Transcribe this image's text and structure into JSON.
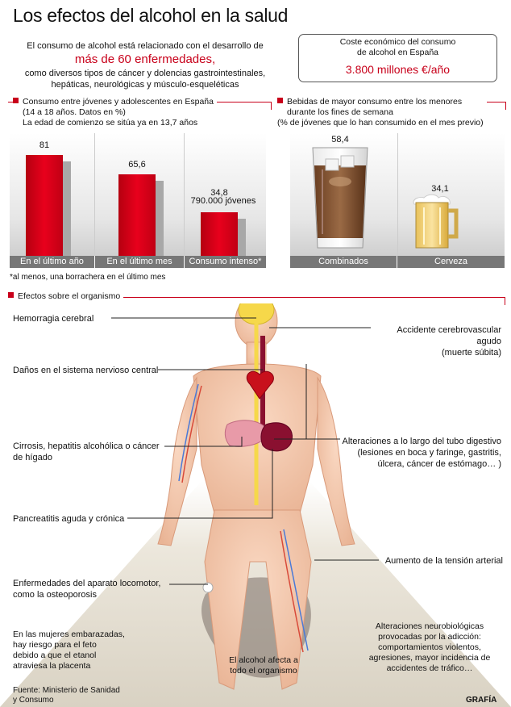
{
  "header": {
    "title": "Los efectos del alcohol en la salud",
    "intro_line1": "El consumo de alcohol está relacionado con el desarrollo de",
    "intro_highlight": "más de 60 enfermedades,",
    "intro_line2": "como diversos tipos de cáncer y dolencias gastrointestinales,",
    "intro_line3": "hepáticas, neurológicas y músculo-esqueléticas"
  },
  "cost": {
    "label_line1": "Coste económico del consumo",
    "label_line2": "de alcohol en España",
    "value": "3.800 millones €/año"
  },
  "consumption": {
    "heading_line1": "Consumo entre jóvenes y adolescentes en España",
    "heading_line2": "(14 a 18 años. Datos en %)",
    "heading_line3": "La edad de comienzo se sitúa ya en 13,7 años",
    "value_labels": [
      "81",
      "65,6",
      "34,8"
    ],
    "extra_label": "790.000 jóvenes",
    "categories": [
      "En el último año",
      "En el último mes",
      "Consumo intenso*"
    ],
    "footnote": "*al menos, una borrachera en el último mes"
  },
  "drinks": {
    "heading_line1": "Bebidas de mayor consumo entre los menores",
    "heading_line2": "durante los fines de semana",
    "heading_line3": "(% de jóvenes que lo han consumido en el mes previo)",
    "value_labels": [
      "58,4",
      "34,1"
    ],
    "categories": [
      "Combinados",
      "Cerveza"
    ]
  },
  "chart_data": [
    {
      "type": "bar",
      "categories": [
        "En el último año",
        "En el último mes",
        "Consumo intenso*"
      ],
      "values": [
        81,
        65.6,
        34.8
      ],
      "title": "Consumo entre jóvenes y adolescentes en España",
      "ylim": [
        0,
        100
      ]
    },
    {
      "type": "bar",
      "categories": [
        "Combinados",
        "Cerveza"
      ],
      "values": [
        58.4,
        34.1
      ],
      "title": "Bebidas de mayor consumo entre los menores durante los fines de semana",
      "ylim": [
        0,
        70
      ]
    }
  ],
  "effects": {
    "heading": "Efectos sobre el organismo",
    "hemorragia": "Hemorragia cerebral",
    "acv_line1": "Accidente cerebrovascular agudo",
    "acv_line2": "(muerte súbita)",
    "nervioso": "Daños en el sistema nervioso central",
    "cirrosis_line1": "Cirrosis, hepatitis alcohólica o cáncer",
    "cirrosis_line2": "de hígado",
    "digestivo_line1": "Alteraciones a lo largo del tubo digestivo",
    "digestivo_line2": "(lesiones en boca y faringe, gastritis,",
    "digestivo_line3": "úlcera, cáncer de estómago… )",
    "pancreatitis": "Pancreatitis aguda y crónica",
    "tension": "Aumento de la tensión arterial",
    "locomotor_line1": "Enfermedades del aparato locomotor,",
    "locomotor_line2": "como la osteoporosis"
  },
  "notes": {
    "embarazadas": [
      "En las mujeres embarazadas,",
      "hay riesgo para el feto",
      "debido a que el etanol",
      "atraviesa la placenta"
    ],
    "todo": [
      "El alcohol afecta a",
      "todo el organismo"
    ],
    "neuro": [
      "Alteraciones neurobiológicas",
      "provocadas por la adicción:",
      "comportamientos violentos,",
      "agresiones, mayor incidencia de",
      "accidentes de tráfico…"
    ]
  },
  "footer": {
    "source_line1": "Fuente: Ministerio de Sanidad",
    "source_line2": "y Consumo",
    "brand": "GRAFÍA"
  },
  "colors": {
    "accent": "#c8001a",
    "skin": "#f2c6a8",
    "panel": "#e0e0e0"
  }
}
